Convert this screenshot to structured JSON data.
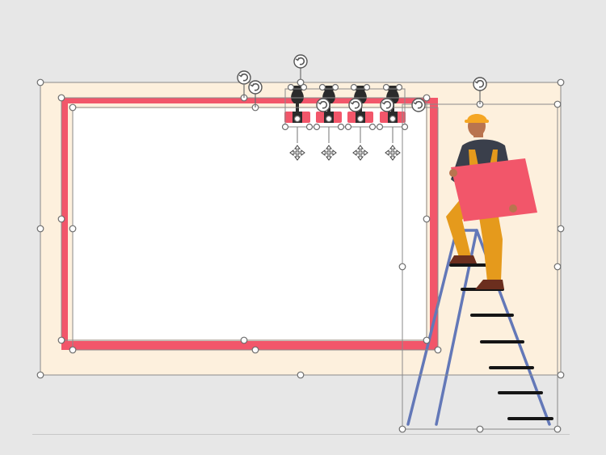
{
  "app": {
    "view": "slide-editor-canvas"
  },
  "slide": {
    "background_color": "#fdf0dd",
    "canvas_color": "#e7e7e7"
  },
  "billboard": {
    "frame_color": "#f2566a",
    "panel_color": "#ffffff",
    "lights_count": 4,
    "light_body_color": "#2b2b2b",
    "light_base_color": "#f2566a"
  },
  "worker": {
    "helmet_color": "#f5a623",
    "shirt_color": "#3a3f4b",
    "overalls_color": "#e59a1c",
    "sign_color": "#f2566a",
    "skin_color": "#b9744f"
  },
  "ladder": {
    "rail_color": "#6378b8",
    "step_color": "#151515",
    "steps_count": 8
  },
  "selection": {
    "handle_stroke": "#6d6d6d",
    "handle_fill": "#ffffff",
    "border_color": "#8a8a8a",
    "rotate_icon": "rotate-handle-icon",
    "move_icon": "move-handle-icon"
  }
}
